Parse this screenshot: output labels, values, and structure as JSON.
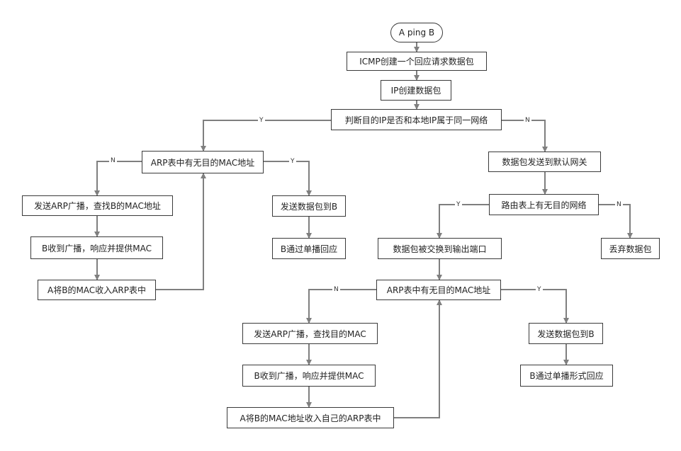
{
  "nodes": {
    "start": "A ping B",
    "icmp": "ICMP创建一个回应请求数据包",
    "ip": "IP创建数据包",
    "judge": "判断目的IP是否和本地IP属于同一网络",
    "arp_left": "ARP表中有无目的MAC地址",
    "send_arp_left": "发送ARP广播，查找B的MAC地址",
    "b_recv_left": "B收到广播，响应并提供MAC",
    "a_add_left": "A将B的MAC收入ARP表中",
    "send_pkt_left": "发送数据包到B",
    "b_reply_left": "B通过单播回应",
    "gateway": "数据包发送到默认网关",
    "route": "路由表上有无目的网络",
    "switch": "数据包被交换到输出端口",
    "drop": "丢弃数据包",
    "arp_right": "ARP表中有无目的MAC地址",
    "send_arp_right": "发送ARP广播，查找目的MAC",
    "b_recv_right": "B收到广播，响应并提供MAC",
    "a_add_right": "A将B的MAC地址收入自己的ARP表中",
    "send_pkt_right": "发送数据包到B",
    "b_reply_right": "B通过单播形式回应"
  },
  "edge_labels": {
    "yes": "Y",
    "no": "N"
  },
  "colors": {
    "line": "#7f7f7f",
    "box_border": "#3a3a3a"
  }
}
